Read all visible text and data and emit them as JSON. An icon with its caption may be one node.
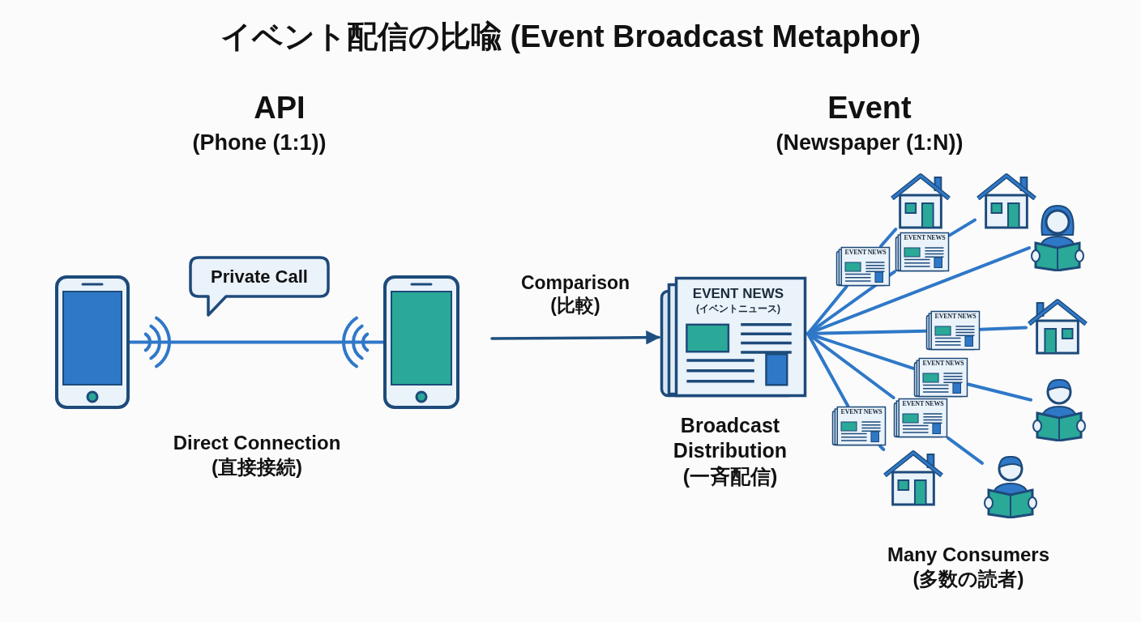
{
  "diagram": {
    "title": "イベント配信の比喩 (Event Broadcast Metaphor)",
    "nodes": [
      {
        "text": [],
        "shape": "phone"
      },
      {
        "text": [
          "Private Call"
        ]
      },
      {
        "text": [],
        "shape": "phone"
      },
      {
        "text": [
          "EVENT NEWS",
          "(イベントニュース)"
        ],
        "beside": [
          "Broadcast Distribution (一斉配信)"
        ]
      },
      {
        "text": [],
        "shape": "house"
      },
      {
        "text": [],
        "shape": "house"
      },
      {
        "text": [],
        "shape": "person"
      },
      {
        "text": [
          "EVENT NEWS"
        ]
      },
      {
        "text": [
          "EVENT NEWS"
        ]
      },
      {
        "text": [],
        "shape": "house"
      },
      {
        "text": [
          "EVENT NEWS"
        ]
      },
      {
        "text": [
          "EVENT NEWS"
        ]
      },
      {
        "text": [],
        "shape": "person"
      },
      {
        "text": [
          "EVENT NEWS"
        ]
      },
      {
        "text": [
          "EVENT NEWS"
        ]
      },
      {
        "text": [],
        "shape": "house"
      },
      {
        "text": [],
        "shape": "person"
      }
    ],
    "edges": [
      {
        "from": 0,
        "to": 2,
        "arrow": "none"
      },
      {
        "from": null,
        "to": 3,
        "arrow": "to",
        "label": "Comparison (比較)",
        "color": "#1f4f80"
      },
      {
        "from": 3,
        "to": 7,
        "arrow": "none"
      },
      {
        "from": 7,
        "to": 4,
        "arrow": "none"
      },
      {
        "from": 3,
        "to": 8,
        "arrow": "none"
      },
      {
        "from": 8,
        "to": 5,
        "arrow": "none"
      },
      {
        "from": 3,
        "to": 6,
        "arrow": "none"
      },
      {
        "from": 3,
        "to": 10,
        "arrow": "none"
      },
      {
        "from": 10,
        "to": 9,
        "arrow": "none"
      },
      {
        "from": 3,
        "to": 11,
        "arrow": "none"
      },
      {
        "from": 11,
        "to": 12,
        "arrow": "none"
      },
      {
        "from": 3,
        "to": 13,
        "arrow": "none"
      },
      {
        "from": 13,
        "to": 16,
        "arrow": "none"
      },
      {
        "from": 3,
        "to": 14,
        "arrow": "none"
      },
      {
        "from": 14,
        "to": 15,
        "arrow": "none"
      }
    ],
    "labels": [
      "API",
      "(Phone (1:1))",
      "Event",
      "(Newspaper (1:N))",
      "Direct Connection (直接接続)",
      "Many Consumers (多数の読者)"
    ]
  }
}
